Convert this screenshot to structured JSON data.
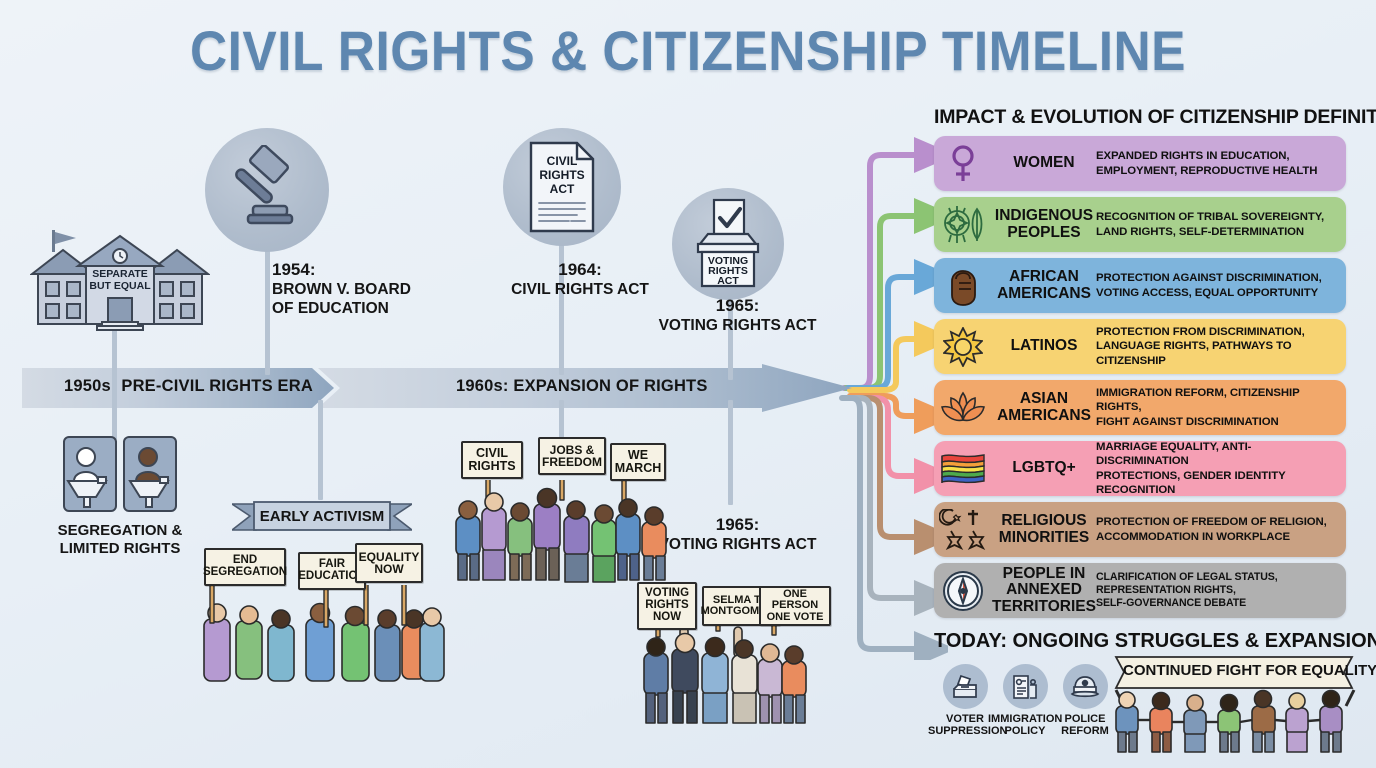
{
  "title": "CIVIL RIGHTS & CITIZENSHIP TIMELINE",
  "timeline": {
    "eras": [
      {
        "id": "era-1950",
        "label": "1950s: PRE-CIVIL RIGHTS ERA"
      },
      {
        "id": "era-1960",
        "label": "1960s: EXPANSION OF RIGHTS"
      }
    ],
    "milestones": [
      {
        "icon": "gavel-icon",
        "year": "1954:",
        "line1": "BROWN V. BOARD",
        "line2": "OF EDUCATION"
      },
      {
        "icon": "civil-rights-act-document-icon",
        "year": "1964:",
        "line1": "CIVIL RIGHTS ACT",
        "line2": ""
      },
      {
        "icon": "ballot-box-icon",
        "year": "1965:",
        "line1": "VOTING RIGHTS ACT",
        "line2": ""
      }
    ],
    "badge_texts": {
      "civil_rights_act": [
        "CIVIL",
        "RIGHTS",
        "ACT"
      ],
      "voting_rights_act": [
        "VOTING",
        "RIGHTS",
        "ACT"
      ]
    },
    "lower_milestone": {
      "year": "1965:",
      "label": "VOTING RIGHTS ACT"
    }
  },
  "school": {
    "sign_line1": "SEPARATE",
    "sign_line2": "BUT EQUAL"
  },
  "segregation": {
    "caption_line1": "SEGREGATION &",
    "caption_line2": "LIMITED RIGHTS"
  },
  "early_activism": {
    "banner": "EARLY ACTIVISM",
    "signs": [
      {
        "line1": "END",
        "line2": "SEGREGATION"
      },
      {
        "line1": "FAIR",
        "line2": "EDUCATION"
      },
      {
        "line1": "EQUALITY",
        "line2": "NOW"
      }
    ]
  },
  "march_1960s": {
    "signs": [
      {
        "line1": "CIVIL",
        "line2": "RIGHTS"
      },
      {
        "line1": "JOBS &",
        "line2": "FREEDOM"
      },
      {
        "line1": "WE",
        "line2": "MARCH"
      }
    ]
  },
  "selma_march": {
    "signs": [
      {
        "line1": "VOTING",
        "line2": "RIGHTS",
        "line3": "NOW"
      },
      {
        "line1": "SELMA TO",
        "line2": "MONTGOMERY",
        "line3": ""
      },
      {
        "line1": "ONE PERSON",
        "line2": "ONE VOTE",
        "line3": ""
      }
    ]
  },
  "panel": {
    "title": "IMPACT & EVOLUTION OF CITIZENSHIP DEFINITION",
    "rows": [
      {
        "icon": "venus-symbol-icon",
        "name": "WOMEN",
        "desc_line1": "EXPANDED RIGHTS IN EDUCATION,",
        "desc_line2": "EMPLOYMENT, REPRODUCTIVE HEALTH",
        "color": "#c9a8d8",
        "connector": "#b98fcd"
      },
      {
        "icon": "dreamcatcher-feather-icon",
        "name": "INDIGENOUS PEOPLES",
        "desc_line1": "RECOGNITION OF TRIBAL SOVEREIGNTY,",
        "desc_line2": "LAND RIGHTS, SELF-DETERMINATION",
        "color": "#a8d08d",
        "connector": "#8cc473"
      },
      {
        "icon": "raised-fist-icon",
        "name": "AFRICAN AMERICANS",
        "desc_line1": "PROTECTION AGAINST DISCRIMINATION,",
        "desc_line2": "VOTING ACCESS, EQUAL OPPORTUNITY",
        "color": "#7eb4dc",
        "connector": "#69a8d8"
      },
      {
        "icon": "sun-icon",
        "name": "LATINOS",
        "desc_line1": "PROTECTION FROM DISCRIMINATION,",
        "desc_line2": "LANGUAGE RIGHTS, PATHWAYS TO CITIZENSHIP",
        "color": "#f7d372",
        "connector": "#f4c95c"
      },
      {
        "icon": "lotus-icon",
        "name": "ASIAN AMERICANS",
        "desc_line1": "IMMIGRATION REFORM, CITIZENSHIP RIGHTS,",
        "desc_line2": "FIGHT AGAINST DISCRIMINATION",
        "color": "#f2a86b",
        "connector": "#ef9d5b"
      },
      {
        "icon": "rainbow-flag-icon",
        "name": "LGBTQ+",
        "desc_line1": "MARRIAGE EQUALITY, ANTI-DISCRIMINATION",
        "desc_line2": "PROTECTIONS, GENDER IDENTITY RECOGNITION",
        "color": "#f59fb4",
        "connector": "#f291a9"
      },
      {
        "icon": "religious-symbols-icon",
        "name": "RELIGIOUS MINORITIES",
        "desc_line1": "PROTECTION OF FREEDOM OF RELIGION,",
        "desc_line2": "ACCOMMODATION IN WORKPLACE",
        "color": "#c9a183",
        "connector": "#b98f6f"
      },
      {
        "icon": "compass-icon",
        "name": "PEOPLE IN ANNEXED TERRITORIES",
        "desc_line1": "CLARIFICATION OF LEGAL STATUS,",
        "desc_line2": "REPRESENTATION RIGHTS,",
        "desc_line3": "SELF-GOVERNANCE DEBATE",
        "color": "#b0b0b0",
        "connector": "#a8b3bd"
      }
    ]
  },
  "today": {
    "title": "TODAY: ONGOING STRUGGLES & EXPANSION",
    "items": [
      {
        "icon": "ballot-drop-icon",
        "line1": "VOTER",
        "line2": "SUPPRESSION"
      },
      {
        "icon": "immigration-document-icon",
        "line1": "IMMIGRATION",
        "line2": "POLICY"
      },
      {
        "icon": "police-cap-icon",
        "line1": "POLICE",
        "line2": "REFORM"
      }
    ],
    "banner": "CONTINUED FIGHT FOR EQUALITY"
  }
}
